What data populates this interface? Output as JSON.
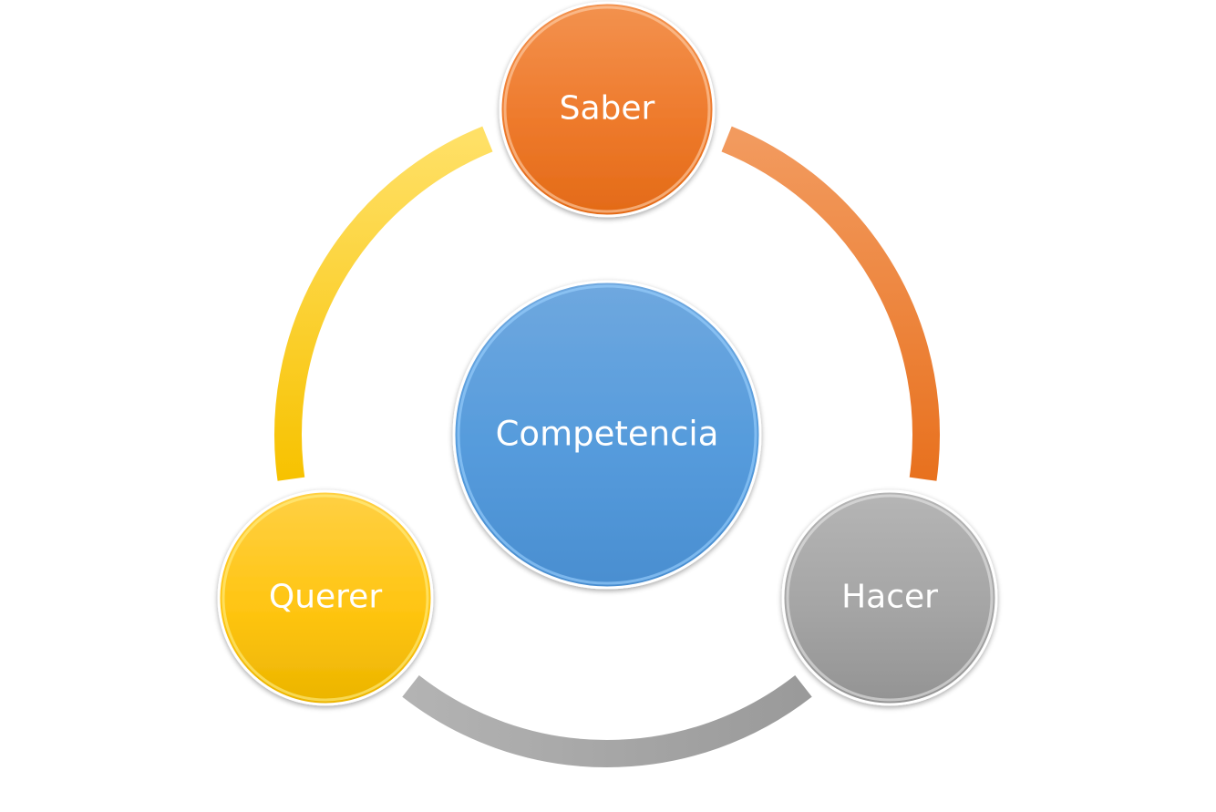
{
  "diagram": {
    "center": {
      "label": "Competencia",
      "color": "#559BDC"
    },
    "nodes": [
      {
        "label": "Saber",
        "color": "#EE7A2C"
      },
      {
        "label": "Hacer",
        "color": "#A5A5A5"
      },
      {
        "label": "Querer",
        "color": "#FFC512"
      }
    ]
  }
}
